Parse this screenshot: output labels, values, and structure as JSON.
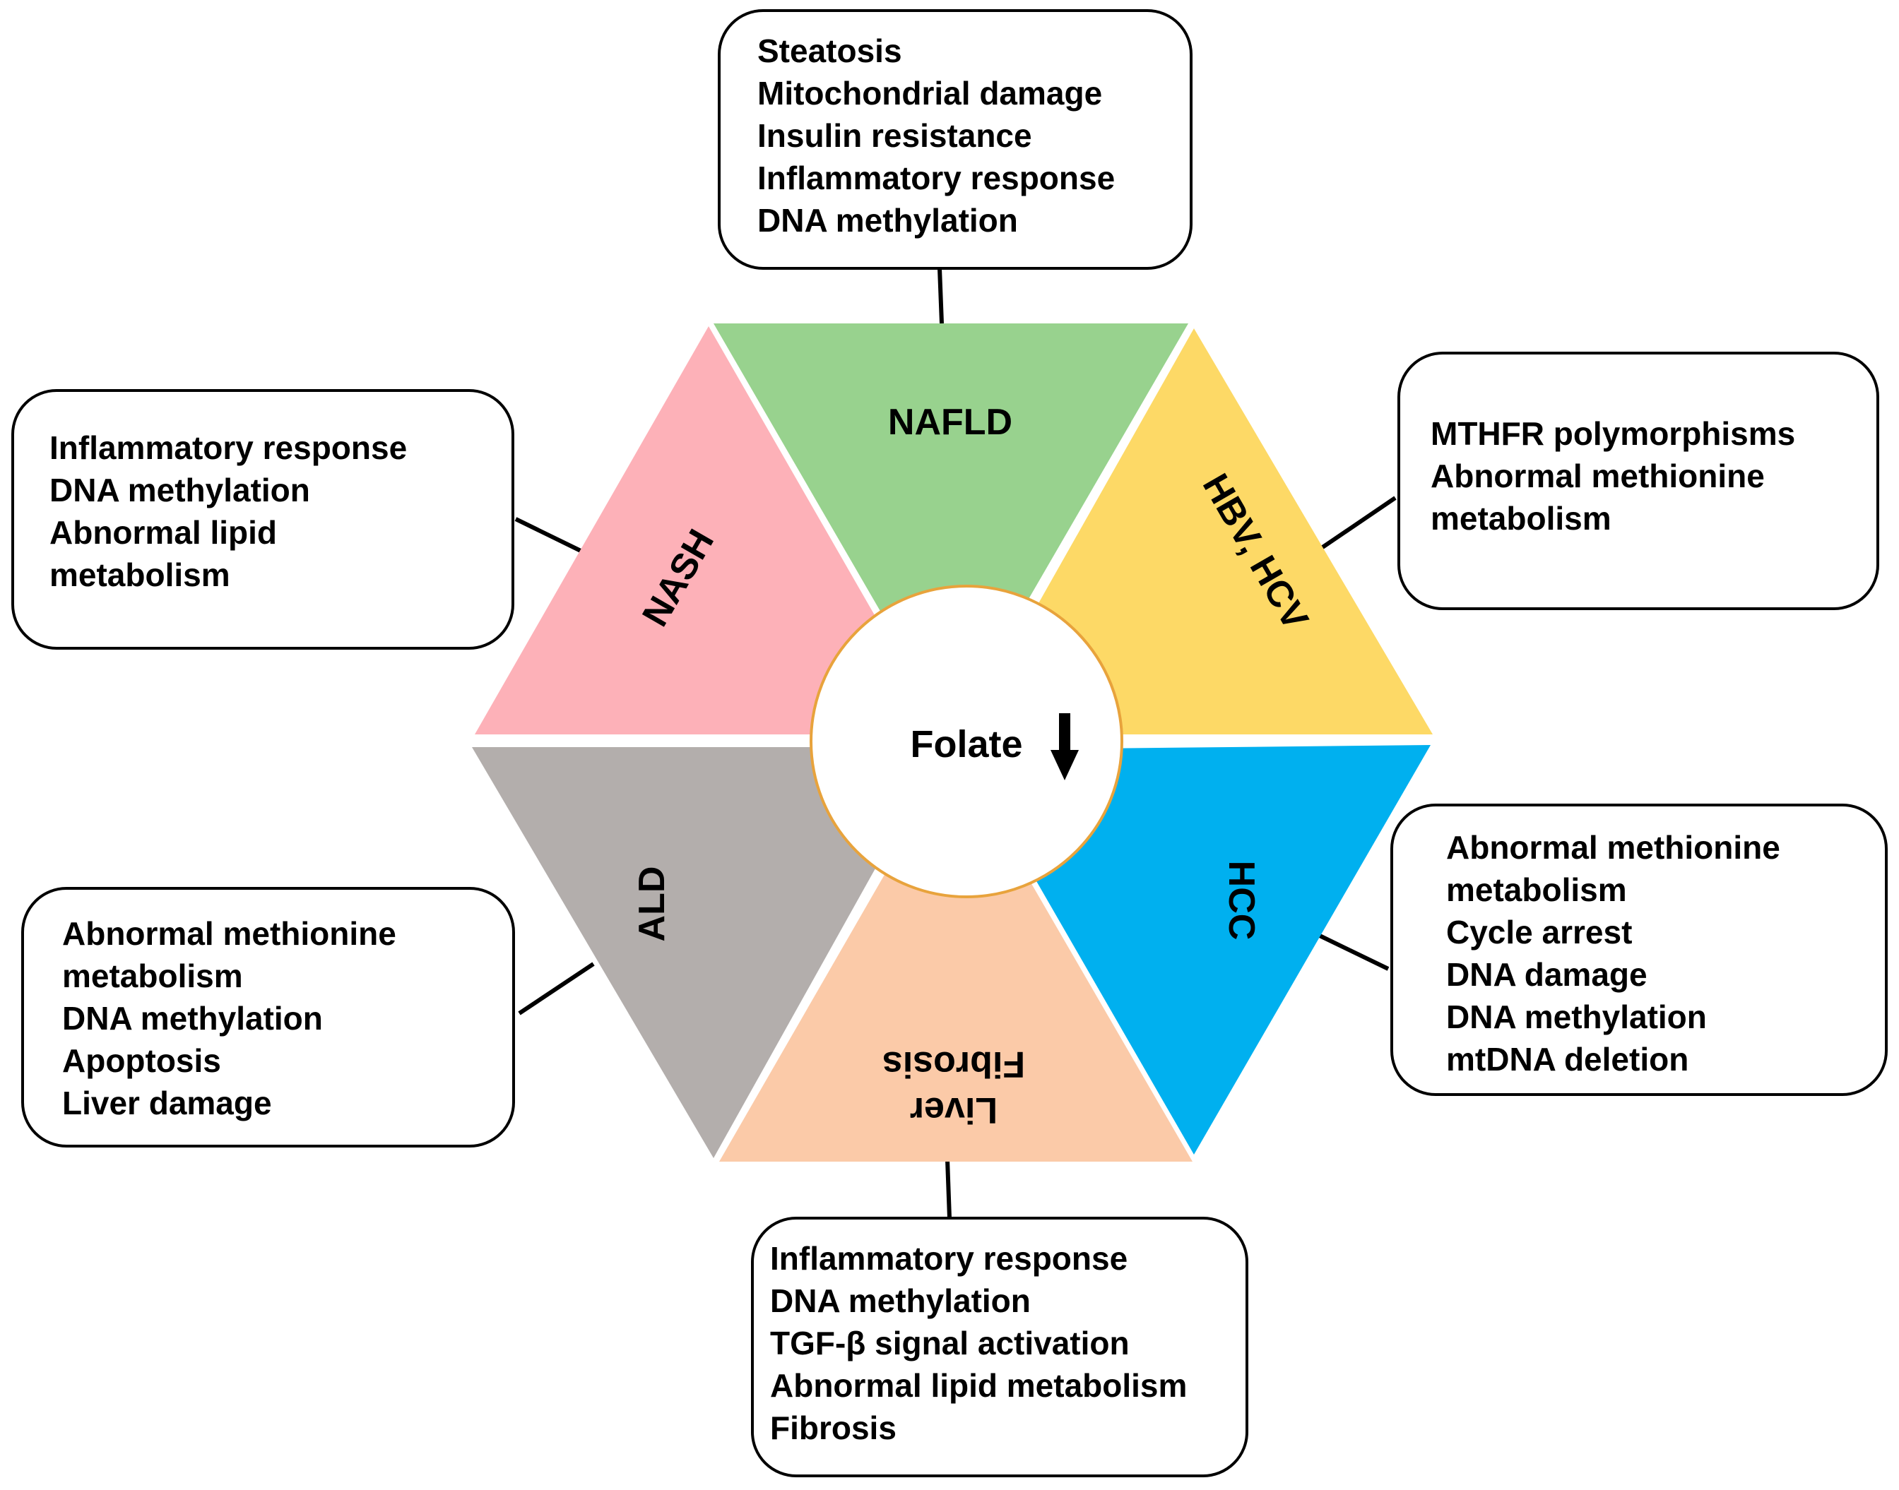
{
  "center": {
    "label": "Folate",
    "arrow_icon": "down-arrow-icon",
    "border_color": "#e8a33c"
  },
  "segments": [
    {
      "id": "nafld",
      "label_lines": [
        "NAFLD"
      ],
      "color": "#98d28e"
    },
    {
      "id": "hbv-hcv",
      "label_lines": [
        "HBV, HCV"
      ],
      "color": "#fdd966"
    },
    {
      "id": "hcc",
      "label_lines": [
        "HCC"
      ],
      "color": "#00b0ef"
    },
    {
      "id": "liver-fibrosis",
      "label_lines": [
        "Liver",
        "Fibrosis"
      ],
      "color": "#fbcaa8"
    },
    {
      "id": "ald",
      "label_lines": [
        "ALD"
      ],
      "color": "#b3aeac"
    },
    {
      "id": "nash",
      "label_lines": [
        "NASH"
      ],
      "color": "#fdb1b8"
    }
  ],
  "boxes": [
    {
      "id": "nafld",
      "lines": [
        "Steatosis",
        "Mitochondrial damage",
        "Insulin resistance",
        "Inflammatory response",
        "DNA methylation"
      ]
    },
    {
      "id": "hbv-hcv",
      "lines": [
        "MTHFR polymorphisms",
        "Abnormal methionine",
        "metabolism"
      ]
    },
    {
      "id": "hcc",
      "lines": [
        "Abnormal methionine",
        "metabolism",
        "Cycle arrest",
        "DNA damage",
        "DNA methylation",
        "mtDNA deletion"
      ]
    },
    {
      "id": "liver-fibrosis",
      "lines": [
        "Inflammatory response",
        "DNA methylation",
        "TGF-β signal activation",
        "Abnormal lipid metabolism",
        "Fibrosis"
      ]
    },
    {
      "id": "ald",
      "lines": [
        "Abnormal methionine",
        "metabolism",
        "DNA methylation",
        "Apoptosis",
        "Liver damage"
      ]
    },
    {
      "id": "nash",
      "lines": [
        "Inflammatory response",
        "DNA methylation",
        "Abnormal lipid",
        "metabolism"
      ]
    }
  ]
}
